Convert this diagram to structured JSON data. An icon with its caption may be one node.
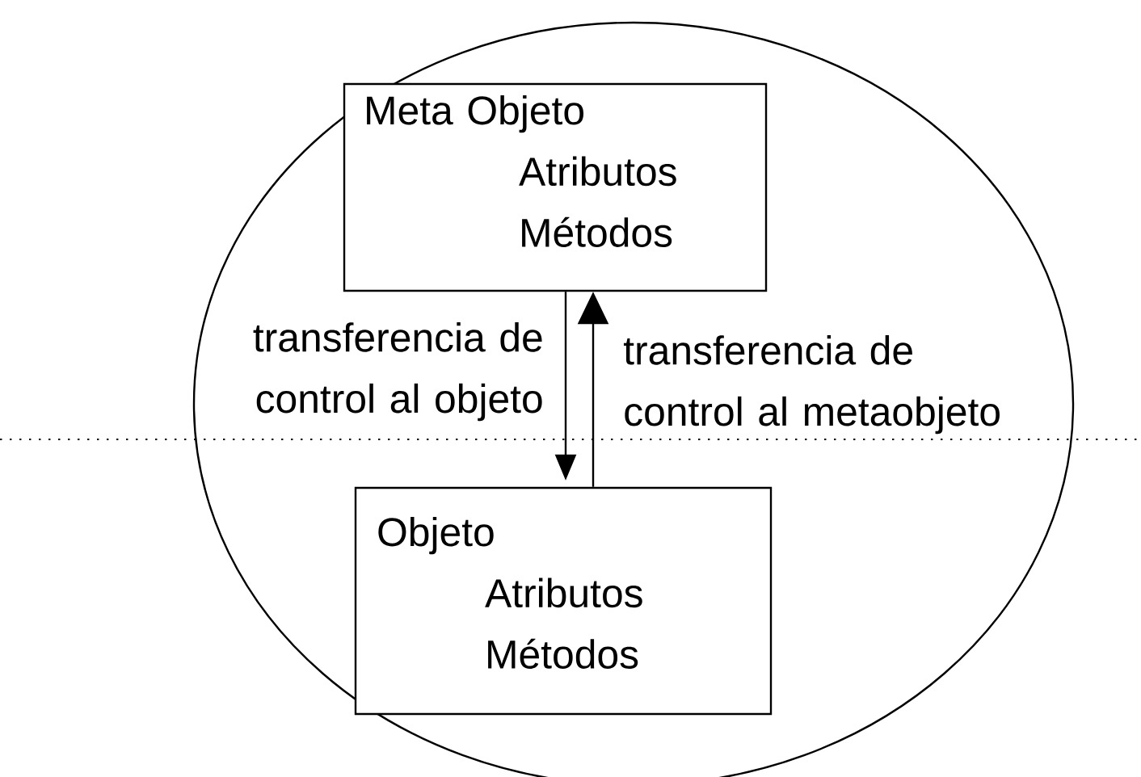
{
  "diagram": {
    "nodes": [
      {
        "text": [],
        "shape": "circle"
      },
      {
        "text": [
          "Meta Objeto",
          "Atributos",
          "Métodos"
        ],
        "in": 0
      },
      {
        "text": [
          "Objeto",
          "Atributos",
          "Métodos"
        ],
        "in": 0
      }
    ],
    "edges": [
      {
        "from": 1,
        "to": 2,
        "arrow": "to",
        "label": "transferencia de control al objeto"
      },
      {
        "from": 2,
        "to": 1,
        "arrow": "to",
        "label": "transferencia de control al metaobjeto"
      }
    ]
  }
}
